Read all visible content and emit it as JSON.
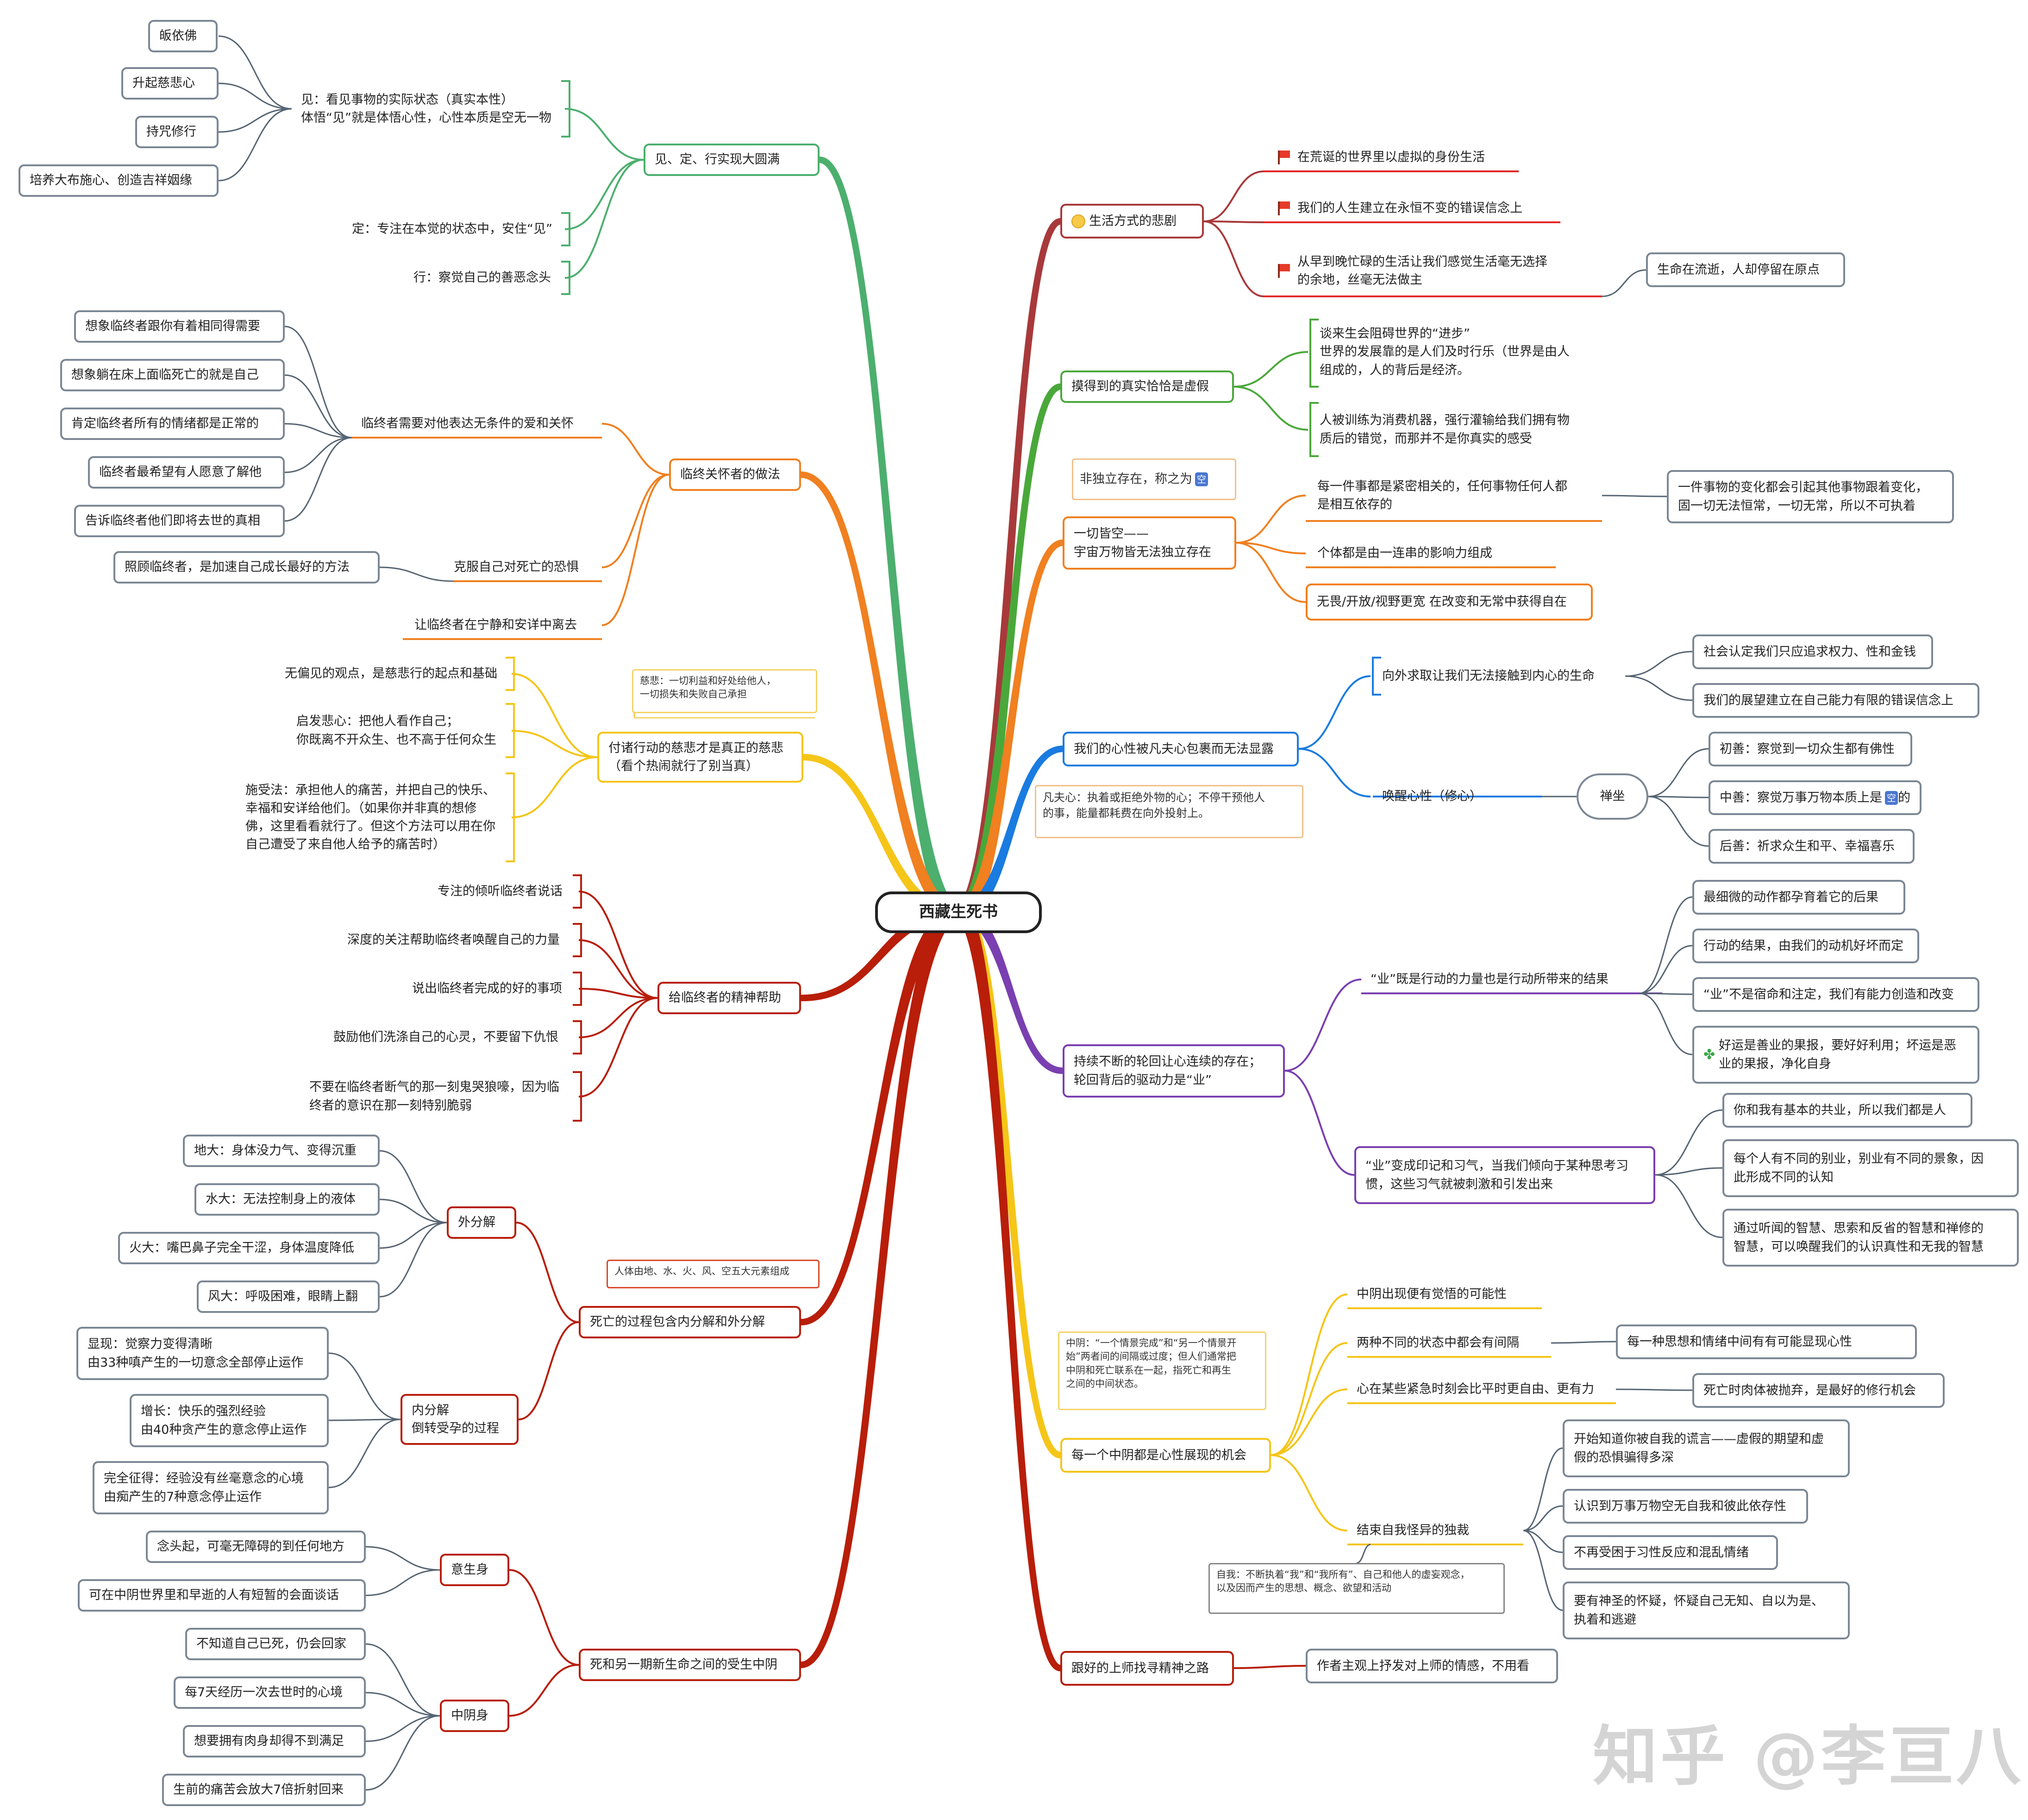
{
  "root": "西藏生死书",
  "left": {
    "b1": {
      "title": "见、定、行实现大圆满",
      "jian": "见：看见事物的实际状态（真实本性）\n体悟“见”就是体悟心性，心性本质是空无一物",
      "jian_items": [
        "皈依佛",
        "升起慈悲心",
        "持咒修行",
        "培养大布施心、创造吉祥姻缘"
      ],
      "ding": "定：专注在本觉的状态中，安住“见”",
      "xing": "行：察觉自己的善恶念头"
    },
    "b2": {
      "title": "临终关怀者的做法",
      "c1": "临终者需要对他表达无条件的爱和关怀",
      "c1_items": [
        "想象临终者跟你有着相同得需要",
        "想象躺在床上面临死亡的就是自己",
        "肯定临终者所有的情绪都是正常的",
        "临终者最希望有人愿意了解他",
        "告诉临终者他们即将去世的真相"
      ],
      "c2": "克服自己对死亡的恐惧",
      "c2_item": "照顾临终者，是加速自己成长最好的方法",
      "c3": "让临终者在宁静和安详中离去"
    },
    "b3": {
      "title": "付诸行动的慈悲才是真正的慈悲\n（看个热闹就行了别当真）",
      "note": "慈悲：一切利益和好处给他人，\n一切损失和失败自己承担",
      "items": [
        "无偏见的观点，是慈悲行的起点和基础",
        "启发悲心：把他人看作自己；\n你既离不开众生、也不高于任何众生",
        "施受法：承担他人的痛苦，并把自己的快乐、\n幸福和安详给他们。（如果你并非真的想修\n佛，这里看看就行了。但这个方法可以用在你\n自己遭受了来自他人给予的痛苦时）"
      ]
    },
    "b4": {
      "title": "给临终者的精神帮助",
      "items": [
        "专注的倾听临终者说话",
        "深度的关注帮助临终者唤醒自己的力量",
        "说出临终者完成的好的事项",
        "鼓励他们洗涤自己的心灵，不要留下仇恨",
        "不要在临终者断气的那一刻鬼哭狼嚎，因为临\n终者的意识在那一刻特别脆弱"
      ]
    },
    "b5": {
      "title": "死亡的过程包含内分解和外分解",
      "note": "人体由地、水、火、风、空五大元素组成",
      "outer": "外分解",
      "outer_items": [
        "地大：身体没力气、变得沉重",
        "水大：无法控制身上的液体",
        "火大：嘴巴鼻子完全干涩，身体温度降低",
        "风大：呼吸困难，眼睛上翻"
      ],
      "inner": "内分解\n倒转受孕的过程",
      "inner_items": [
        "显现：觉察力变得清晰\n由33种嗔产生的一切意念全部停止运作",
        "增长：快乐的强烈经验\n由40种贪产生的意念停止运作",
        "完全征得：经验没有丝毫意念的心境\n由痴产生的7种意念停止运作"
      ]
    },
    "b6": {
      "title": "死和另一期新生命之间的受生中阴",
      "yi": "意生身",
      "yi_items": [
        "念头起，可毫无障碍的到任何地方",
        "可在中阴世界里和早逝的人有短暂的会面谈话"
      ],
      "zy": "中阴身",
      "zy_items": [
        "不知道自己已死，仍会回家",
        "每7天经历一次去世时的心境",
        "想要拥有肉身却得不到满足",
        "生前的痛苦会放大7倍折射回来"
      ]
    }
  },
  "right": {
    "r1": {
      "title": "生活方式的悲剧",
      "items": [
        "在荒诞的世界里以虚拟的身份生活",
        "我们的人生建立在永恒不变的错误信念上",
        "从早到晚忙碌的生活让我们感觉生活毫无选择\n的余地，丝毫无法做主"
      ],
      "sub": "生命在流逝，人却停留在原点"
    },
    "r2": {
      "title": "摸得到的真实恰恰是虚假",
      "items": [
        "谈来生会阻碍世界的“进步”\n世界的发展靠的是人们及时行乐（世界是由人\n组成的，人的背后是经济。",
        "人被训练为消费机器，强行灌输给我们拥有物\n质后的错觉，而那并不是你真实的感受"
      ]
    },
    "r3": {
      "title": "一切皆空——\n宇宙万物皆无法独立存在",
      "note": "非独立存在，称之为",
      "kong": "空",
      "items": [
        "每一件事都是紧密相关的，任何事物任何人都\n是相互依存的",
        "个体都是由一连串的影响力组成",
        "无畏/开放/视野更宽 在改变和无常中获得自在"
      ],
      "sub": "一件事物的变化都会引起其他事物跟着变化，\n固一切无法恒常，一切无常，所以不可执着"
    },
    "r4": {
      "title": "我们的心性被凡夫心包裹而无法显露",
      "note": "凡夫心：执着或拒绝外物的心；不停干预他人\n的事，能量都耗费在向外投射上。",
      "c1": "向外求取让我们无法接触到内心的生命",
      "c1_items": [
        "社会认定我们只应追求权力、性和金钱",
        "我们的展望建立在自己能力有限的错误信念上"
      ],
      "c2": "唤醒心性（修心）",
      "chan": "禅坐",
      "chan_items": [
        "初善：察觉到一切众生都有佛性",
        "中善：察觉万事万物本质上是",
        "后善：祈求众生和平、幸福喜乐"
      ],
      "chan_mid_suffix": "的"
    },
    "r5": {
      "title": "持续不断的轮回让心连续的存在；\n轮回背后的驱动力是“业”",
      "c1": "“业”既是行动的力量也是行动所带来的结果",
      "c1_items": [
        "最细微的动作都孕育着它的后果",
        "行动的结果，由我们的动机好坏而定",
        "“业”不是宿命和注定，我们有能力创造和改变",
        "好运是善业的果报，要好好利用；坏运是恶\n业的果报，净化自身"
      ],
      "c2": "“业”变成印记和习气，当我们倾向于某种思考习\n惯，这些习气就被刺激和引发出来",
      "c2_items": [
        "你和我有基本的共业，所以我们都是人",
        "每个人有不同的别业，别业有不同的景象，因\n此形成不同的认知",
        "通过听闻的智慧、思索和反省的智慧和禅修的\n智慧，可以唤醒我们的认识真性和无我的智慧"
      ]
    },
    "r6": {
      "title": "每一个中阴都是心性展现的机会",
      "note": "中阴：“一个情景完成”和“另一个情景开\n始”两者间的间隔或过度；但人们通常把\n中阴和死亡联系在一起，指死亡和再生\n之间的中间状态。",
      "c1": "中阴出现便有觉悟的可能性",
      "c2": "两种不同的状态中都会有间隔",
      "c2_item": "每一种思想和情绪中间有有可能显现心性",
      "c3": "心在某些紧急时刻会比平时更自由、更有力",
      "c3_item": "死亡时肉体被抛弃，是最好的修行机会",
      "c4": "结束自我怪异的独裁",
      "c4_note": "自我：不断执着“我”和“我所有”、自己和他人的虚妄观念，\n以及因而产生的思想、概念、欲望和活动",
      "c4_items": [
        "开始知道你被自我的谎言——虚假的期望和虚\n假的恐惧骗得多深",
        "认识到万事万物空无自我和彼此依存性",
        "不再受困于习性反应和混乱情绪",
        "要有神圣的怀疑，怀疑自己无知、自以为是、\n执着和逃避"
      ]
    },
    "r7": {
      "title": "跟好的上师找寻精神之路",
      "item": "作者主观上抒发对上师的情感，不用看"
    }
  },
  "watermark": "知乎 @李亘八",
  "colors": {
    "green": "#4caf6e",
    "orange": "#f08020",
    "yellow": "#f5c518",
    "darkred": "#b81e0a",
    "brown": "#a8393a",
    "lime": "#4aa83a",
    "blue": "#1a7be0",
    "purple": "#7a3fb0",
    "slate": "#556472"
  }
}
